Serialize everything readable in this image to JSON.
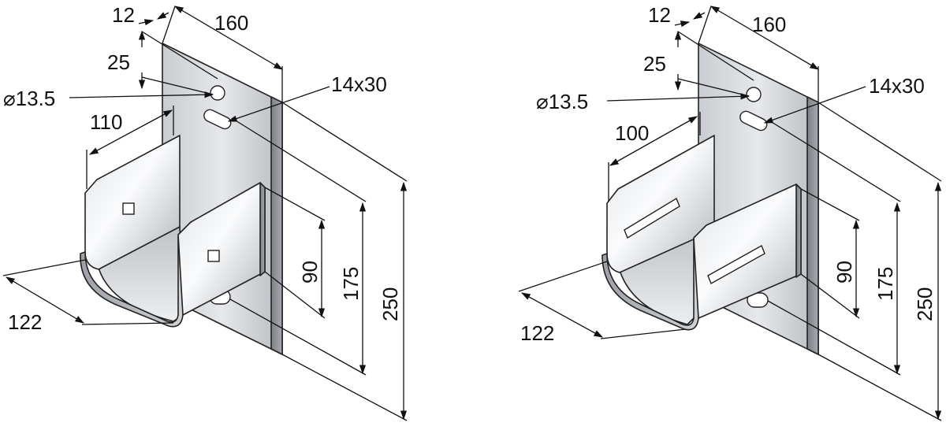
{
  "colors": {
    "ink": "#111111",
    "metal_light": "#eef0f2",
    "metal_mid": "#c4c7cb",
    "metal_dark": "#8e9297"
  },
  "left": {
    "dim_top_offset": "12",
    "dim_width": "160",
    "dim_hole_offset": "25",
    "dim_hole_dia": "⌀13.5",
    "dim_slot": "14x30",
    "dim_channel_width": "110",
    "dim_depth": "122",
    "dim_channel_height": "90",
    "dim_mid_height": "175",
    "dim_total_height": "250"
  },
  "right": {
    "dim_top_offset": "12",
    "dim_width": "160",
    "dim_hole_offset": "25",
    "dim_hole_dia": "⌀13.5",
    "dim_slot": "14x30",
    "dim_channel_width": "100",
    "dim_depth": "122",
    "dim_channel_height": "90",
    "dim_mid_height": "175",
    "dim_total_height": "250"
  }
}
